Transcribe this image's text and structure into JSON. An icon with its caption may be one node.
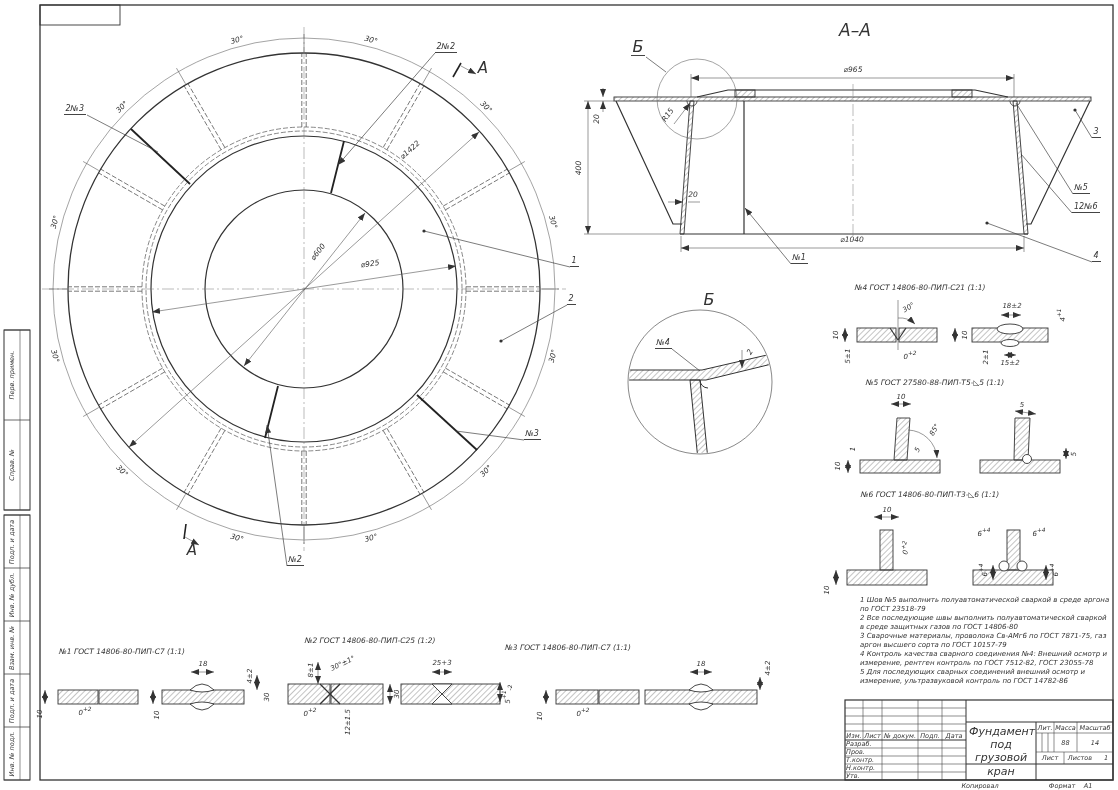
{
  "diagram": {
    "nodes": [
      {
        "text": [
          "2№2"
        ]
      },
      {
        "text": [
          "2№3"
        ]
      },
      {
        "text": [
          "1"
        ]
      },
      {
        "text": [
          "2"
        ]
      },
      {
        "text": [
          "№3"
        ]
      },
      {
        "text": [
          "№2"
        ]
      },
      {
        "text": [
          "Б"
        ]
      },
      {
        "text": [
          "3"
        ]
      },
      {
        "text": [
          "№5"
        ]
      },
      {
        "text": [
          "12№6"
        ]
      },
      {
        "text": [
          "4"
        ]
      },
      {
        "text": [
          "№1"
        ]
      },
      {
        "text": [
          "№4"
        ]
      }
    ],
    "edges": [
      {
        "from": 0,
        "to": null,
        "arrow": "to"
      },
      {
        "from": 1,
        "to": null,
        "arrow": "none"
      },
      {
        "from": 2,
        "to": null,
        "arrow": "other"
      },
      {
        "from": 3,
        "to": null,
        "arrow": "other"
      },
      {
        "from": 4,
        "to": null,
        "arrow": "none"
      },
      {
        "from": 5,
        "to": null,
        "arrow": "to"
      },
      {
        "from": 6,
        "to": null,
        "arrow": "none"
      },
      {
        "from": 7,
        "to": null,
        "arrow": "other"
      },
      {
        "from": 8,
        "to": null,
        "arrow": "none"
      },
      {
        "from": 9,
        "to": null,
        "arrow": "none"
      },
      {
        "from": 10,
        "to": null,
        "arrow": "other"
      },
      {
        "from": 11,
        "to": null,
        "arrow": "to"
      },
      {
        "from": 12,
        "to": null,
        "arrow": "none"
      }
    ],
    "labels": [
      "30°",
      "30°",
      "30°",
      "30°",
      "30°",
      "30°",
      "30°",
      "30°",
      "30°",
      "30°",
      "30°",
      "30°",
      "А",
      "А",
      "⌀1422",
      "⌀600",
      "⌀925",
      "А–А",
      "⌀965",
      "20",
      "R15",
      "400",
      "20",
      "⌀1040",
      "Б",
      "2",
      "№4 ГОСТ 14806-80-ПИП-С21 (1:1)",
      "30°",
      "10",
      "10",
      "5±1",
      "0$^{+2}$",
      "18±2",
      "4$^{+1}$",
      "2±1",
      "15±2",
      "№5 ГОСТ 27580-88-ПИП-Т5-◺5 (1:1)",
      "10",
      "85°",
      "5",
      "1",
      "10",
      "5",
      "5",
      "№6 ГОСТ 14806-80-ПИП-Т3-◺6 (1:1)",
      "10",
      "0$^{+2}$",
      "10",
      "6$^{+4}$",
      "6$^{+4}$",
      "6$^{+4}$",
      "6$^{+4}$",
      "№1 ГОСТ 14806-80-ПИП-С7 (1:1)",
      "10",
      "0$^{+2}$",
      "10",
      "18",
      "4±2",
      "30",
      "№2 ГОСТ 14806-80-ПИП-С25 (1:2)",
      "8±1",
      "30°±1°",
      "30",
      "0$^{+2}$",
      "12±1.5",
      "25+3",
      "5$^{+1}$$_{-2}$",
      "№3 ГОСТ 14806-80-ПИП-С7 (1:1)",
      "10",
      "0$^{+2}$",
      "18",
      "4±2",
      "1 Шов №5 выполнить полуавтоматической сваркой в среде аргона по ГОСТ 23518-79",
      "2 Все последующие швы выполнить полуавтоматической сваркой в среде защитных газов по ГОСТ 14806-80",
      "3 Сварочные материалы, проволока Св-АМг6 по ГОСТ 7871-75, газ аргон высшего сорта по ГОСТ 10157-79",
      "4 Контроль качества сварного соединения №4: Внешний осмотр и измерение, рентген контроль по ГОСТ 7512-82, ГОСТ 23055-78",
      "5 Для последующих сварных соединений внешний осмотр и измерение, ультразвуковой контроль по ГОСТ 14782-86",
      "Изм.",
      "Лист",
      "№ докум.",
      "Подп.",
      "Дата",
      "Разраб.",
      "Пров.",
      "Т.контр.",
      "Н.контр.",
      "Утв.",
      "Фундамент под грузовой кран",
      "Лит.",
      "Масса",
      "Масштаб",
      "88",
      "14",
      "Лист",
      "Листов",
      "1",
      "Копировал",
      "Формат",
      "А1",
      "Перв. примен.",
      "Справ. №",
      "Подп. и дата",
      "Инв. № дубл.",
      "Взам. инв. №",
      "Подп. и дата",
      "Инв. № подл."
    ]
  }
}
